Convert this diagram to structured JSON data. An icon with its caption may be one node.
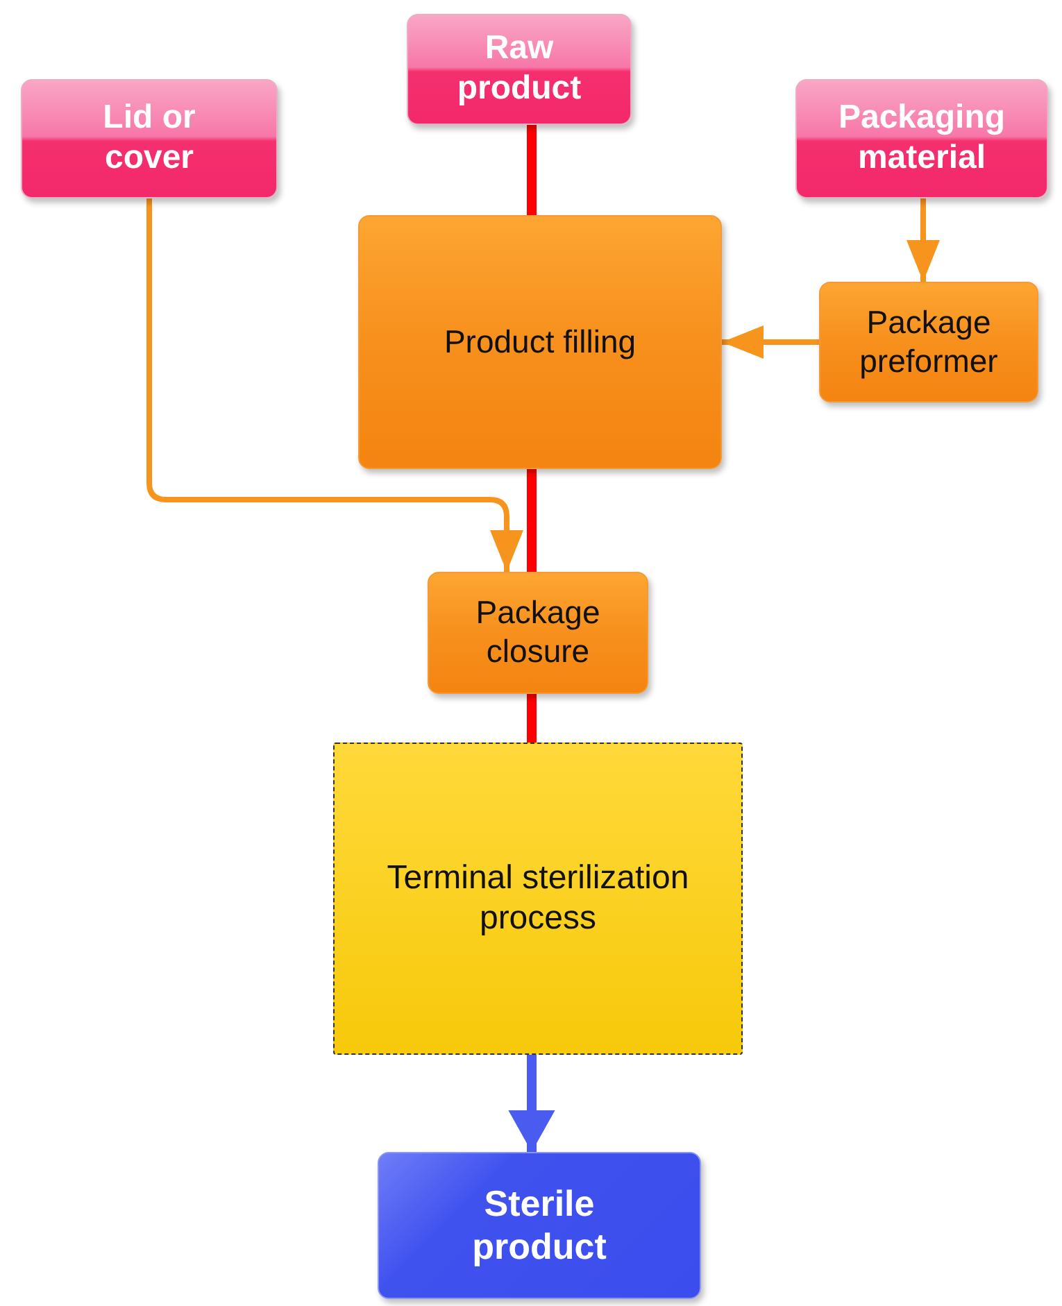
{
  "diagram": {
    "nodes": [
      {
        "text": [
          "Raw product"
        ]
      },
      {
        "text": [
          "Lid or cover"
        ]
      },
      {
        "text": [
          "Packaging material"
        ]
      },
      {
        "text": [
          "Product filling"
        ]
      },
      {
        "text": [
          "Package preformer"
        ]
      },
      {
        "text": [
          "Package closure"
        ]
      },
      {
        "text": [
          "Terminal sterilization process"
        ]
      },
      {
        "text": [
          "Sterile product"
        ]
      }
    ],
    "edges": [
      {
        "from": 0,
        "to": 3,
        "arrow": "none",
        "color": "#ff0000"
      },
      {
        "from": 2,
        "to": 4,
        "arrow": "to",
        "color": "#f7941d"
      },
      {
        "from": 4,
        "to": 3,
        "arrow": "to",
        "color": "#f7941d"
      },
      {
        "from": 1,
        "to": 5,
        "arrow": "to",
        "color": "#f7941d"
      },
      {
        "from": 3,
        "to": 5,
        "arrow": "none",
        "color": "#ff0000"
      },
      {
        "from": 5,
        "to": 6,
        "arrow": "none",
        "color": "#ff0000"
      },
      {
        "from": 6,
        "to": 7,
        "arrow": "to",
        "color": "#4a5cf0"
      }
    ]
  }
}
